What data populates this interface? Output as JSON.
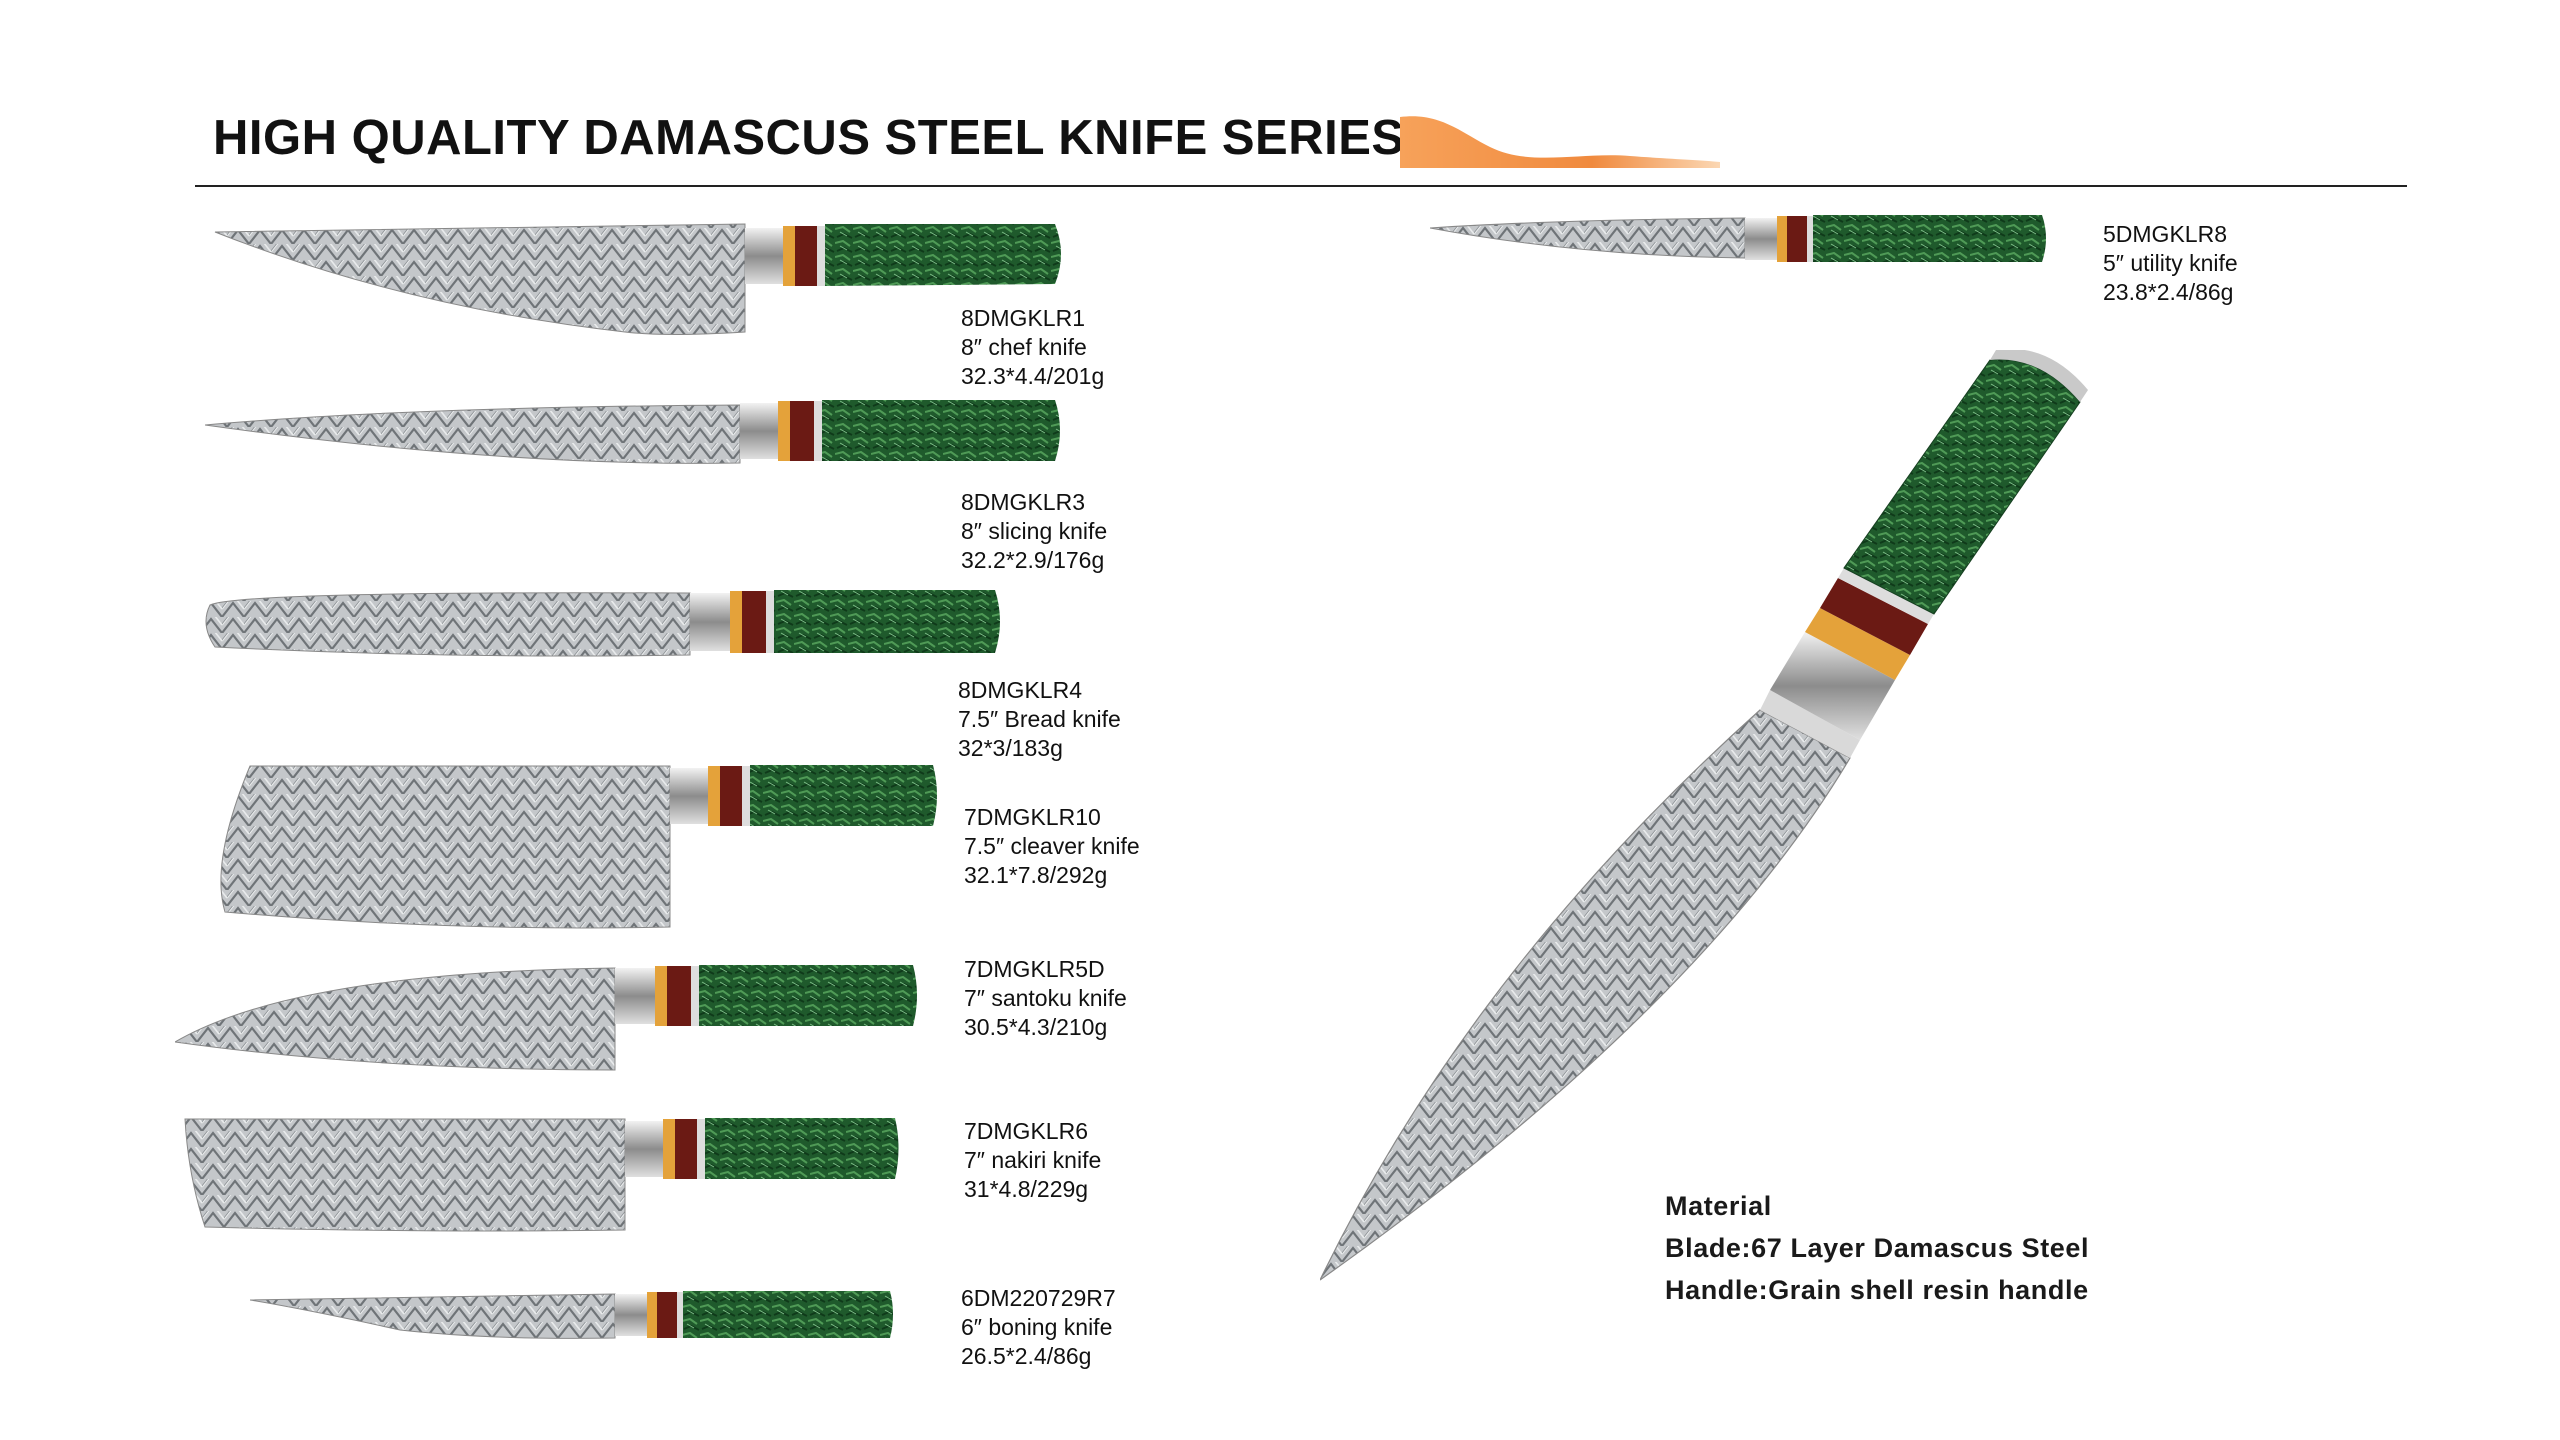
{
  "header": {
    "title": "HIGH QUALITY DAMASCUS STEEL KNIFE SERIES"
  },
  "colors": {
    "handle_green": "#1f5a2c",
    "wave_orange": "#f0883a",
    "blade_steel": "#b9bcbf"
  },
  "knives": [
    {
      "code": "8DMGKLR1",
      "name": "8″ chef knife",
      "spec": "32.3*4.4/201g"
    },
    {
      "code": "8DMGKLR3",
      "name": "8″ slicing knife",
      "spec": "32.2*2.9/176g"
    },
    {
      "code": "8DMGKLR4",
      "name": "7.5″ Bread knife",
      "spec": "32*3/183g"
    },
    {
      "code": "7DMGKLR10",
      "name": "7.5″ cleaver knife",
      "spec": "32.1*7.8/292g"
    },
    {
      "code": "7DMGKLR5D",
      "name": "7″ santoku knife",
      "spec": "30.5*4.3/210g"
    },
    {
      "code": "7DMGKLR6",
      "name": "7″ nakiri knife",
      "spec": "31*4.8/229g"
    },
    {
      "code": "6DM220729R7",
      "name": "6″ boning knife",
      "spec": "26.5*2.4/86g"
    },
    {
      "code": "5DMGKLR8",
      "name": "5″ utility knife",
      "spec": "23.8*2.4/86g"
    }
  ],
  "material": {
    "heading": "Material",
    "blade": "Blade:67 Layer Damascus Steel",
    "handle": "Handle:Grain shell resin handle"
  }
}
